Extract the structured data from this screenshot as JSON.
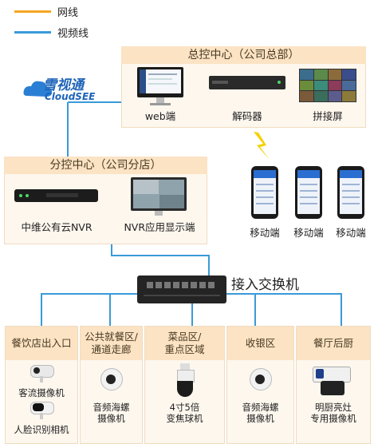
{
  "legend": {
    "network_label": "网线",
    "video_label": "视频线",
    "network_color": "#f5a623",
    "video_color": "#3a9ad9"
  },
  "logo": {
    "text": "雪视通",
    "sub": "CloudSEE"
  },
  "hq": {
    "title": "总控中心（公司总部）",
    "web_label": "web端",
    "decoder_label": "解码器",
    "splice_label": "拼接屏"
  },
  "branch": {
    "title": "分控中心（公司分店）",
    "nvr_label": "中维公有云NVR",
    "display_label": "NVR应用显示端"
  },
  "mobile": {
    "labels": [
      "移动端",
      "移动端",
      "移动端"
    ]
  },
  "switch": {
    "label": "接入交换机"
  },
  "zones": [
    {
      "title": "餐饮店出入口",
      "cams": [
        "客流摄像机",
        "人脸识别相机"
      ]
    },
    {
      "title": "公共就餐区/\n通道走廊",
      "cams": [
        "音频海螺\n摄像机"
      ]
    },
    {
      "title": "菜品区/\n重点区域",
      "cams": [
        "4寸5倍\n变焦球机"
      ]
    },
    {
      "title": "收银区",
      "cams": [
        "音频海螺\n摄像机"
      ]
    },
    {
      "title": "餐厅后厨",
      "cams": [
        "明厨亮灶\n专用摄像机"
      ]
    }
  ]
}
